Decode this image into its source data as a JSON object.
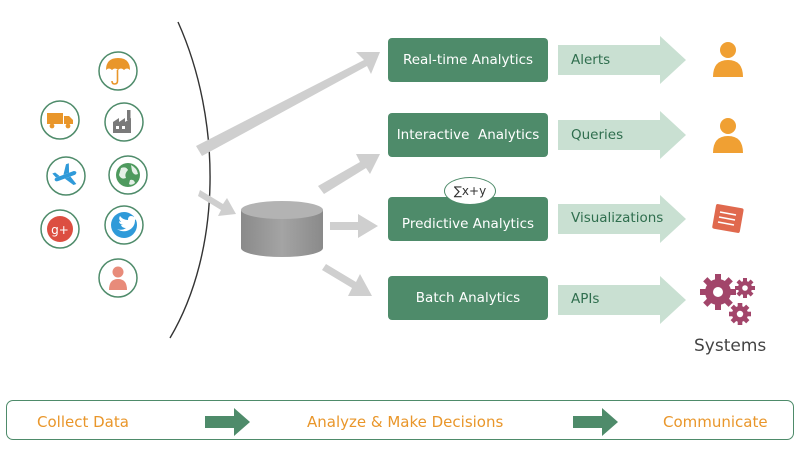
{
  "analytics": [
    {
      "label": "Real-time Analytics",
      "output": "Alerts",
      "consumer_icon": "person-icon"
    },
    {
      "label": "Interactive  Analytics",
      "output": "Queries",
      "consumer_icon": "person-icon"
    },
    {
      "label": "Predictive Analytics",
      "output": "Visualizations",
      "consumer_icon": "book-icon"
    },
    {
      "label": "Batch Analytics",
      "output": "APIs",
      "consumer_icon": "gears-icon"
    }
  ],
  "formula": "∑x+y",
  "systems_label": "Systems",
  "sources": [
    {
      "icon": "umbrella-icon"
    },
    {
      "icon": "truck-icon"
    },
    {
      "icon": "factory-icon"
    },
    {
      "icon": "airplane-icon"
    },
    {
      "icon": "globe-icon"
    },
    {
      "icon": "google-plus-icon",
      "text": "g+"
    },
    {
      "icon": "twitter-icon"
    },
    {
      "icon": "person-icon"
    }
  ],
  "storage_icon": "database-icon",
  "pipeline": {
    "steps": [
      "Collect Data",
      "Analyze & Make Decisions",
      "Communicate"
    ]
  },
  "colors": {
    "primary_green": "#4e8b6a",
    "light_green": "#c9e0d2",
    "orange": "#e9962a",
    "gray_arrow": "#cfcfcf",
    "database": "#9a9a9a",
    "book": "#e0694e",
    "gears": "#a2456a",
    "google_red": "#dc4e41",
    "twitter_blue": "#2f9ad9"
  }
}
